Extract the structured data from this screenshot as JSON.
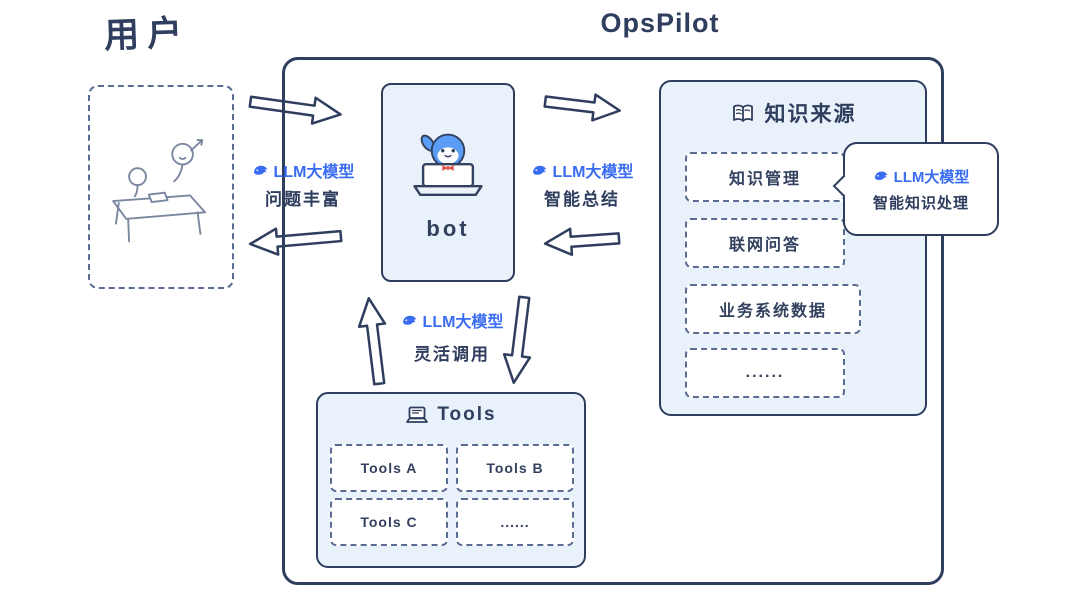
{
  "title": "OpsPilot",
  "user": {
    "label": "用户"
  },
  "bot": {
    "label": "bot"
  },
  "knowledge": {
    "title": "知识来源",
    "items": [
      "知识管理",
      "联网问答",
      "业务系统数据",
      "......"
    ]
  },
  "tools": {
    "title": "Tools",
    "items": [
      "Tools A",
      "Tools B",
      "Tools C",
      "......"
    ]
  },
  "labels": {
    "llm": "LLM大模型",
    "user_to_bot": "问题丰富",
    "bot_to_knowledge": "智能总结",
    "bot_to_tools": "灵活调用",
    "callout_llm": "LLM大模型",
    "callout_text": "智能知识处理"
  },
  "colors": {
    "navy": "#2f3e5e",
    "accent_blue": "#3a6cf2",
    "panel_fill": "#e9f1fb",
    "bow_red": "#e2574c"
  }
}
